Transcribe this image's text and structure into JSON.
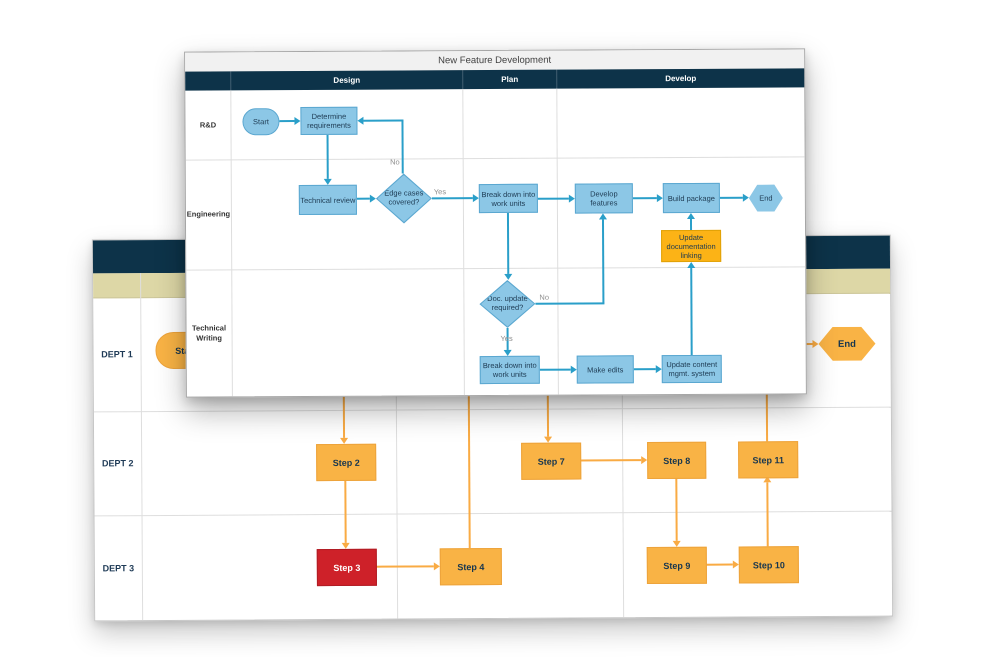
{
  "foreground": {
    "title": "New Feature Development",
    "columns": [
      {
        "label": "Design"
      },
      {
        "label": "Plan"
      },
      {
        "label": "Develop"
      }
    ],
    "lanes": [
      {
        "label": "R&D"
      },
      {
        "label": "Engineering"
      },
      {
        "label": "Technical Writing"
      }
    ],
    "nodes": {
      "start": "Start",
      "determine_requirements": "Determine requirements",
      "technical_review": "Technical review",
      "edge_cases_covered": "Edge cases covered?",
      "break_down_eng": "Break down into work units",
      "develop_features": "Develop features",
      "build_package": "Build package",
      "end": "End",
      "update_doc_linking": "Update documentation linking",
      "doc_update_required": "Doc. update required?",
      "break_down_tw": "Break down into work units",
      "make_edits": "Make edits",
      "update_cms": "Update content mgmt. system"
    },
    "edge_labels": {
      "no_edge_cases": "No",
      "yes_edge_cases": "Yes",
      "no_doc_update": "No",
      "yes_doc_update": "Yes"
    }
  },
  "background": {
    "lanes": [
      {
        "label": "DEPT 1"
      },
      {
        "label": "DEPT 2"
      },
      {
        "label": "DEPT 3"
      }
    ],
    "nodes": {
      "start": "Start",
      "step2": "Step 2",
      "step3": "Step 3",
      "step4": "Step 4",
      "step7": "Step 7",
      "step8": "Step 8",
      "step9": "Step 9",
      "step10": "Step 10",
      "step11": "Step 11",
      "end": "End"
    }
  },
  "colors": {
    "navy_header": "#0d3349",
    "blue_fill": "#8cc7e6",
    "blue_connector": "#2a9fc9",
    "orange_fill": "#f9b345",
    "orange_connector": "#f9ab44",
    "highlight_orange": "#fcb316",
    "alert_red": "#ce2129",
    "tan_row": "#ddd7a6"
  }
}
